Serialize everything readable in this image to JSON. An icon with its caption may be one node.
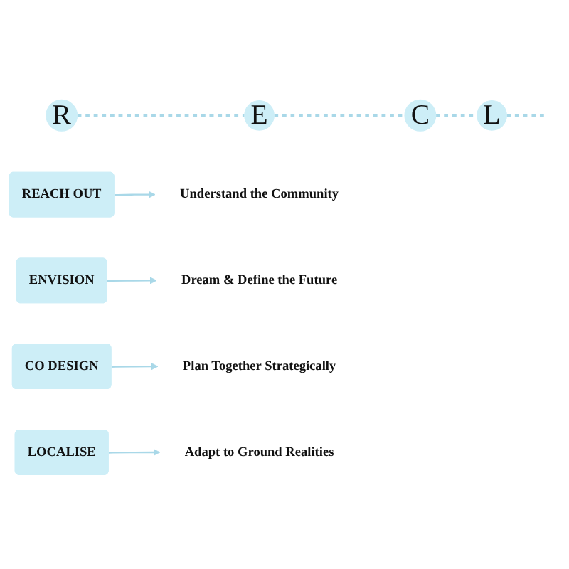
{
  "diagram": {
    "nodes": [
      {
        "text": [
          "R"
        ]
      },
      {
        "text": [
          "E"
        ]
      },
      {
        "text": [
          "C"
        ]
      },
      {
        "text": [
          "L"
        ]
      },
      {
        "text": [
          "REACH OUT"
        ]
      },
      {
        "text": [
          "ENVISION"
        ]
      },
      {
        "text": [
          "CO DESIGN"
        ]
      },
      {
        "text": [
          "LOCALISE"
        ]
      },
      {
        "text": [
          "Understand the Community"
        ]
      },
      {
        "text": [
          "Dream & Define the Future"
        ]
      },
      {
        "text": [
          "Plan Together Strategically"
        ]
      },
      {
        "text": [
          "Adapt to Ground Realities"
        ]
      }
    ],
    "edges": [
      {
        "from": 0,
        "to": 1,
        "arrow": "none",
        "style": "dashed"
      },
      {
        "from": 1,
        "to": 2,
        "arrow": "none",
        "style": "dashed"
      },
      {
        "from": 2,
        "to": 3,
        "arrow": "none",
        "style": "dashed"
      },
      {
        "from": 3,
        "to": null,
        "arrow": "none",
        "style": "dashed"
      },
      {
        "from": 4,
        "to": 8,
        "arrow": "to"
      },
      {
        "from": 5,
        "to": 9,
        "arrow": "to"
      },
      {
        "from": 6,
        "to": 10,
        "arrow": "to"
      },
      {
        "from": 7,
        "to": 11,
        "arrow": "to"
      }
    ]
  }
}
